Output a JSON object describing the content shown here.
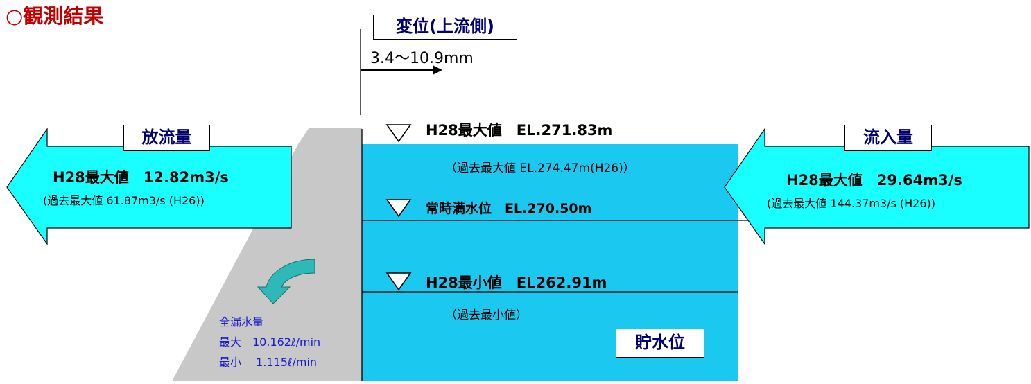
{
  "title": "○観測結果",
  "displacement": {
    "label": "変位(上流側)",
    "range": "3.4～10.9mm"
  },
  "outflow": {
    "label": "放流量",
    "max": "H28最大値　12.82m3/s",
    "past": "(過去最大値 61.87m3/s (H26))"
  },
  "inflow": {
    "label": "流入量",
    "max": "H28最大値　29.64m3/s",
    "past": "(過去最大値 144.37m3/s (H26))"
  },
  "water_levels": {
    "max": "H28最大値　EL.271.83m",
    "max_past": "（過去最大値 EL.274.47m(H26)）",
    "normal": "常時満水位　EL.270.50m",
    "min": "H28最小値　EL262.91m",
    "min_past": "（過去最小値）"
  },
  "leakage": {
    "label": "全漏水量",
    "max": "最大　10.162ℓ/min",
    "min": "最小　 1.115ℓ/min"
  },
  "reservoir_label": "貯水位",
  "colors": {
    "water": "#1ac8f0",
    "arrow_fill": "#19ffff",
    "dam": "#c8c8c8",
    "leak_arrow": "#2eb8b8",
    "title": "#c00000"
  }
}
